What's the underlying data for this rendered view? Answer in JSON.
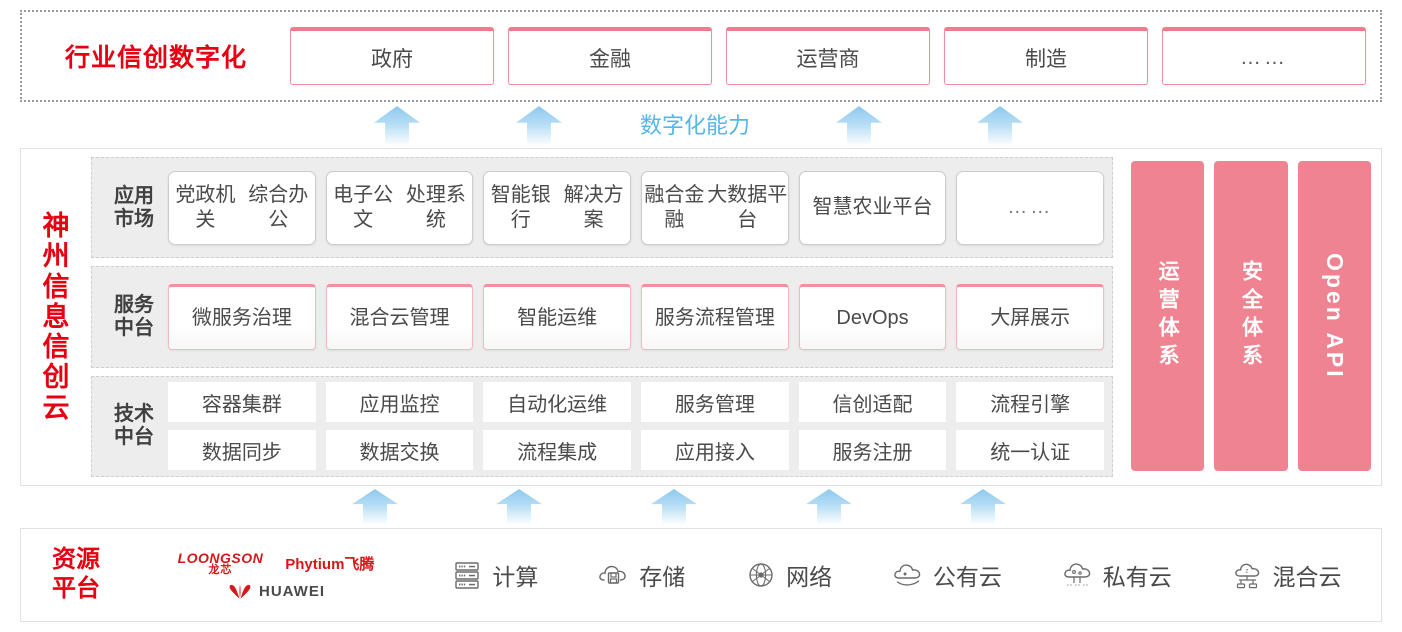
{
  "industry": {
    "title": "行业信创数字化",
    "cards": [
      "政府",
      "金融",
      "运营商",
      "制造",
      "……"
    ]
  },
  "capability": {
    "label": "数字化能力",
    "arrow_count_top": 4,
    "arrow_count_bottom": 5
  },
  "cloud": {
    "title": "神州信息信创云",
    "title_chars": [
      "神",
      "州",
      "信",
      "息",
      "信",
      "创",
      "云"
    ],
    "layers": [
      {
        "label": "应用\n市场",
        "label_lines": [
          "应用",
          "市场"
        ],
        "cards": [
          "党政机关\n综合办公",
          "电子公文\n处理系统",
          "智能银行\n解决方案",
          "融合金融\n大数据平台",
          "智慧农业\n平台",
          "……"
        ]
      },
      {
        "label": "服务\n中台",
        "label_lines": [
          "服务",
          "中台"
        ],
        "cards": [
          "微服务\n治理",
          "混合云\n管理",
          "智能运维",
          "服务流程\n管理",
          "DevOps",
          "大屏展示"
        ]
      },
      {
        "label": "技术\n中台",
        "label_lines": [
          "技术",
          "中台"
        ],
        "row1": [
          "容器集群",
          "应用监控",
          "自动化运维",
          "服务管理",
          "信创适配",
          "流程引擎"
        ],
        "row2": [
          "数据同步",
          "数据交换",
          "流程集成",
          "应用接入",
          "服务注册",
          "统一认证"
        ]
      }
    ],
    "side_panels": [
      {
        "text": "运营体系",
        "type": "cn"
      },
      {
        "text": "安全体系",
        "type": "cn"
      },
      {
        "text": "Open API",
        "type": "latin"
      }
    ]
  },
  "resource": {
    "title_lines": [
      "资源",
      "平台"
    ],
    "vendors": [
      {
        "name": "LOONGSON",
        "cn": "龙芯"
      },
      {
        "name": "Phytium飞腾"
      },
      {
        "name": "HUAWEI"
      }
    ],
    "items": [
      {
        "label": "计算",
        "icon": "server-icon"
      },
      {
        "label": "存储",
        "icon": "cloud-storage-icon"
      },
      {
        "label": "网络",
        "icon": "network-globe-icon"
      },
      {
        "label": "公有云",
        "icon": "public-cloud-icon"
      },
      {
        "label": "私有云",
        "icon": "private-cloud-icon"
      },
      {
        "label": "混合云",
        "icon": "hybrid-cloud-icon"
      }
    ]
  },
  "colors": {
    "brand_red": "#e60012",
    "pink_panel": "#ef8391",
    "card_pink_border": "#f1909f",
    "arrow_blue": "#8fc9ee",
    "capability_text": "#56b6e8",
    "layer_bg": "#ededed"
  }
}
